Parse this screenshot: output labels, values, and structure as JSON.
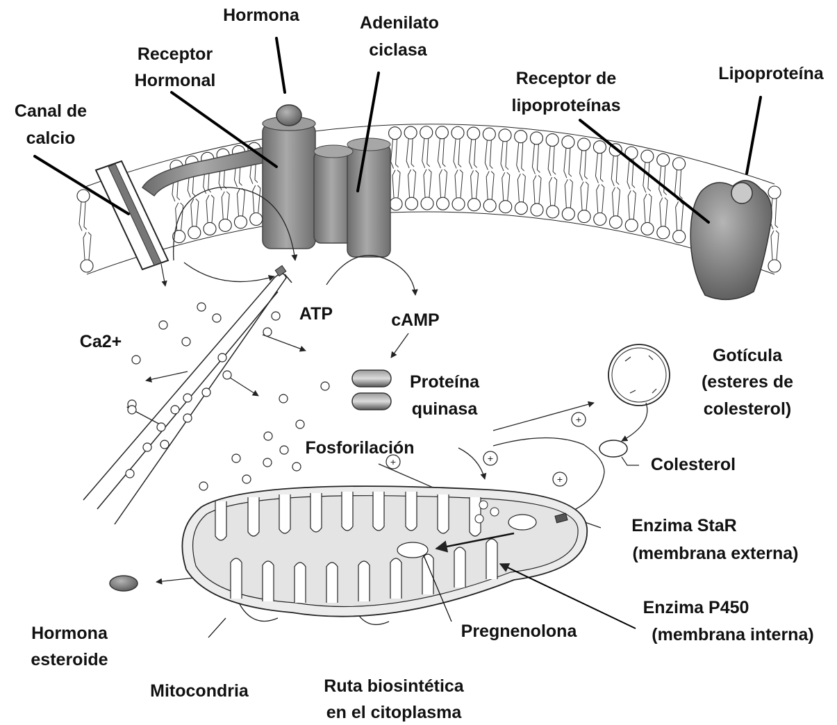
{
  "labels": {
    "hormona": "Hormona",
    "adenilato_l1": "Adenilato",
    "adenilato_l2": "ciclasa",
    "receptor_h_l1": "Receptor",
    "receptor_h_l2": "Hormonal",
    "receptor_lip_l1": "Receptor de",
    "receptor_lip_l2": "lipoproteínas",
    "lipoproteina": "Lipoproteína",
    "canal_l1": "Canal de",
    "canal_l2": "calcio",
    "atp": "ATP",
    "camp": "cAMP",
    "ca2": "Ca2+",
    "proteina_l1": "Proteína",
    "proteina_l2": "quinasa",
    "goticula_l1": "Gotícula",
    "goticula_l2": "(esteres de",
    "goticula_l3": "colesterol)",
    "fosforilacion": "Fosforilación",
    "colesterol": "Colesterol",
    "star_l1": "Enzima StaR",
    "star_l2": "(membrana externa)",
    "p450_l1": "Enzima P450",
    "p450_l2": "(membrana interna)",
    "pregnenolona": "Pregnenolona",
    "hormona_est_l1": "Hormona",
    "hormona_est_l2": "esteroide",
    "mitocondria": "Mitocondria",
    "ruta_l1": "Ruta biosintética",
    "ruta_l2": "en el citoplasma",
    "plus": "+"
  },
  "colors": {
    "ink": "#111111",
    "protein": "#8a8a8a",
    "protein_dark": "#5e5e5e",
    "mito_fill": "#e9e9e9"
  }
}
